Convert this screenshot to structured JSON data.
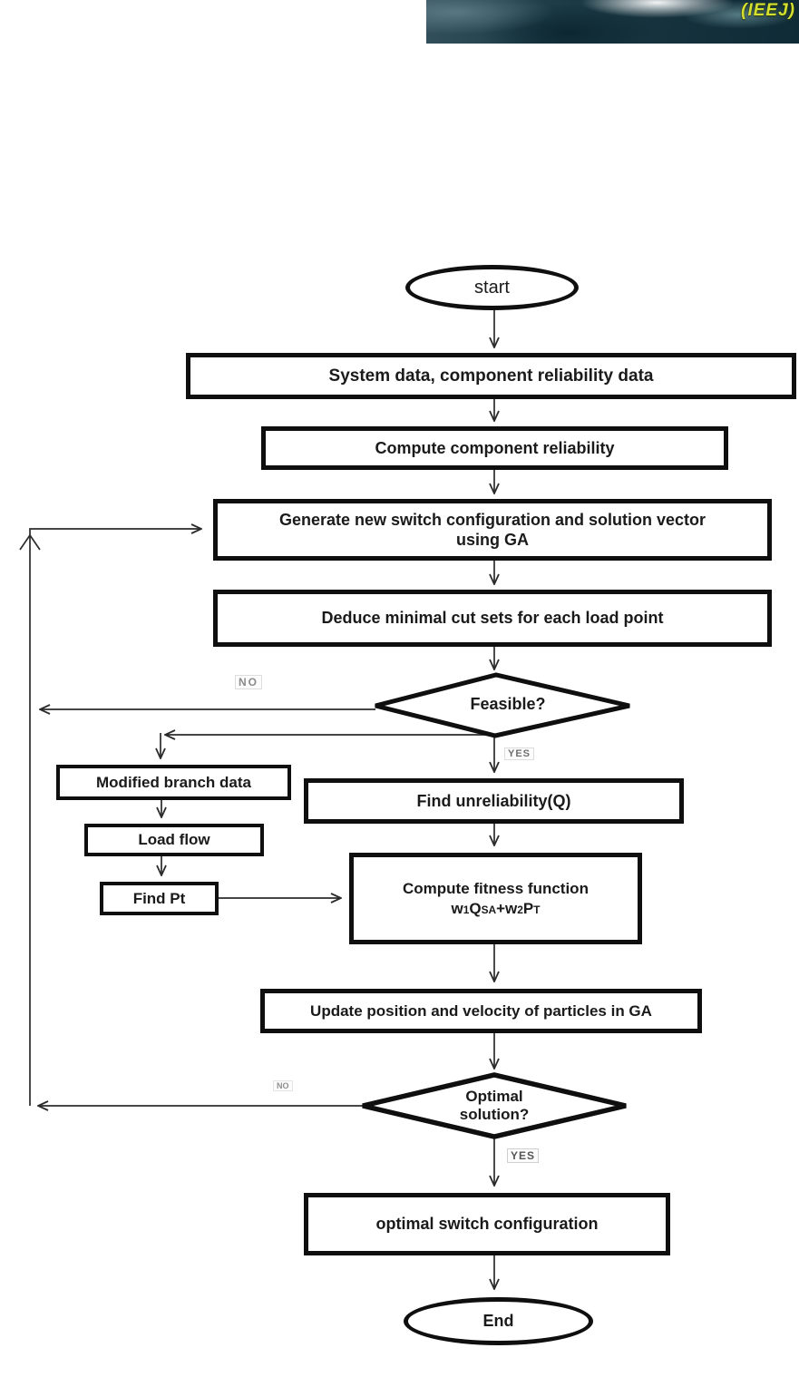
{
  "banner": {
    "logo": "(IEEJ)"
  },
  "nodes": {
    "start": "start",
    "system_data": "System data, component reliability data",
    "compute_reliability": "Compute component reliability",
    "generate": {
      "line1": "Generate new switch configuration and solution  vector",
      "line2": "using GA"
    },
    "deduce": "Deduce minimal cut sets for each load point",
    "feasible": "Feasible?",
    "modified_branch": "Modified branch data",
    "find_unreliability": "Find unreliability(Q)",
    "load_flow": "Load flow",
    "find_pt": "Find Pt",
    "fitness": {
      "line1": "Compute fitness function",
      "formula": [
        {
          "t": "w"
        },
        {
          "t": "1",
          "small": true
        },
        {
          "t": "Q"
        },
        {
          "t": "SA",
          "small": true
        },
        {
          "t": "+w"
        },
        {
          "t": "2",
          "small": true
        },
        {
          "t": "P"
        },
        {
          "t": "T",
          "small": true
        }
      ]
    },
    "update": "Update position and velocity of particles in GA",
    "optimal": {
      "line1": "Optimal",
      "line2": "solution?"
    },
    "optimal_config": "optimal switch configuration",
    "end": "End"
  },
  "labels": {
    "no_feasible": "NO",
    "yes_feasible": "YES",
    "no_optimal": "NO",
    "yes_optimal": "YES"
  },
  "colors": {
    "shape_border": "#0f0f0f",
    "connector": "#2b2b2b",
    "text": "#1a1a1a",
    "tag_text": "#8a8a8a",
    "logo": "#d6e12f"
  }
}
